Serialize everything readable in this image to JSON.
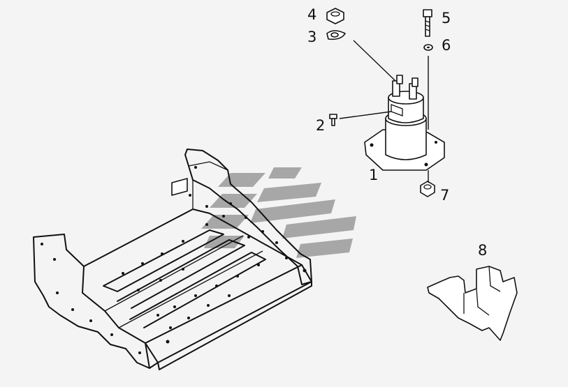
{
  "callouts": {
    "c1": "1",
    "c2": "2",
    "c3": "3",
    "c4": "4",
    "c5": "5",
    "c6": "6",
    "c7": "7",
    "c8": "8"
  },
  "colors": {
    "background": "#f4f4f4",
    "ink": "#111111",
    "watermark": "#a7a7a7"
  },
  "icons": [
    "solenoid-part",
    "bracket-part",
    "cover-part",
    "nut-part",
    "bolt-part",
    "washer-part",
    "screw-part"
  ]
}
